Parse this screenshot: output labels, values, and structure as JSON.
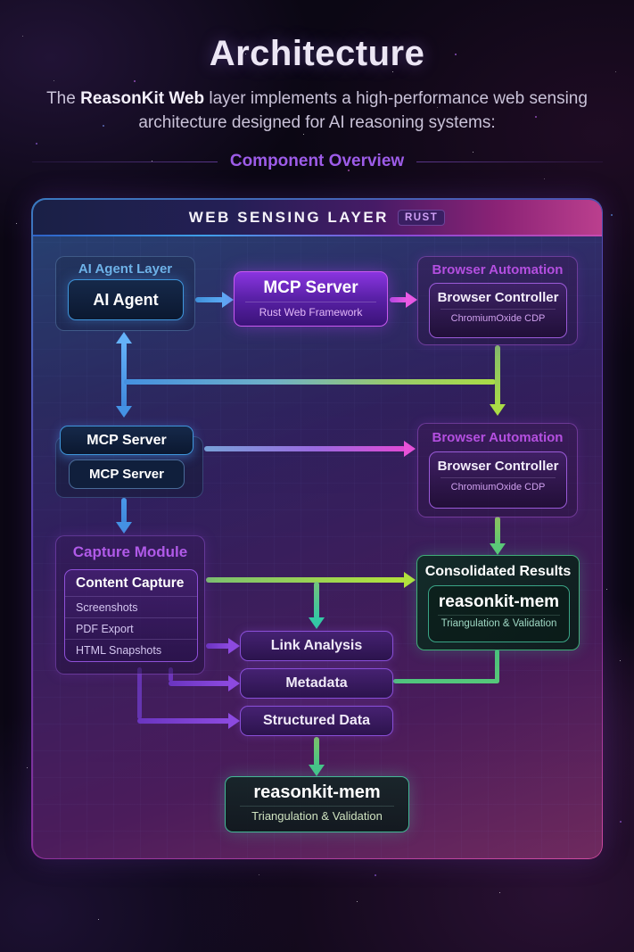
{
  "header": {
    "title": "Architecture",
    "subtitle_prefix": "The ",
    "subtitle_bold": "ReasonKit Web",
    "subtitle_rest": " layer implements a high-performance web sensing architecture designed for AI reasoning systems:",
    "section_heading": "Component Overview"
  },
  "panel": {
    "title": "WEB SENSING LAYER",
    "badge": "RUST"
  },
  "diagram": {
    "ai_layer": {
      "label": "AI Agent Layer",
      "agent": "AI Agent"
    },
    "mcp_server": {
      "title": "MCP Server",
      "subtitle": "Rust Web Framework"
    },
    "browser_automation_top": {
      "label": "Browser Automation",
      "controller": "Browser Controller",
      "protocol": "ChromiumOxide CDP"
    },
    "mcp_group": {
      "title": "MCP Server",
      "inner": "MCP Server"
    },
    "browser_automation_mid": {
      "label": "Browser Automation",
      "controller": "Browser Controller",
      "protocol": "ChromiumOxide CDP"
    },
    "capture_module": {
      "label": "Capture Module",
      "header": "Content Capture",
      "items": [
        "Screenshots",
        "PDF Export",
        "HTML Snapshots"
      ]
    },
    "consolidated_results": {
      "title": "Consolidated Results",
      "memory": "reasonkit-mem",
      "method": "Triangulation & Validation"
    },
    "processing": {
      "link_analysis": "Link Analysis",
      "metadata": "Metadata",
      "structured_data": "Structured Data"
    },
    "memory_store": {
      "title": "reasonkit-mem",
      "subtitle": "Triangulation & Validation"
    }
  },
  "colors": {
    "accent_blue": "#58a8f4",
    "accent_purple": "#8d4ae0",
    "accent_magenta": "#e852d8",
    "accent_green": "#aadc46",
    "accent_teal": "#34c8a4",
    "panel_pink": "#c43a8e"
  }
}
